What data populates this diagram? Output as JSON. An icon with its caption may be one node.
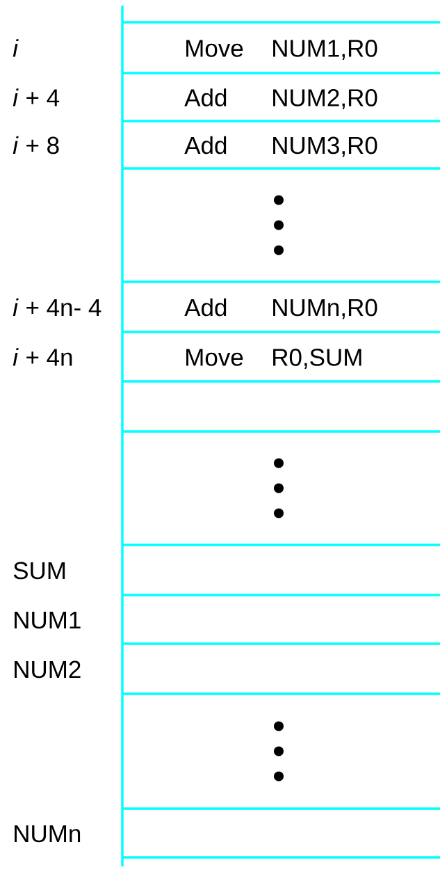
{
  "diagram": {
    "nodes": [
      {
        "text": [
          "Move",
          "NUM1,R0"
        ]
      },
      {
        "text": [
          "Add",
          "NUM2,R0"
        ]
      },
      {
        "text": [
          "Add",
          "NUM3,R0"
        ]
      },
      {
        "text": [],
        "shape": "box"
      },
      {
        "text": [
          "Add",
          "NUMn,R0"
        ]
      },
      {
        "text": [
          "Move",
          "R0,SUM"
        ]
      },
      {
        "text": [],
        "shape": "box"
      },
      {
        "text": [],
        "shape": "box"
      },
      {
        "text": [],
        "shape": "box"
      },
      {
        "text": [],
        "shape": "box"
      },
      {
        "text": [],
        "shape": "box"
      },
      {
        "text": [],
        "shape": "box"
      },
      {
        "text": [],
        "shape": "box"
      }
    ],
    "labels": [
      "*i*",
      "*i* + 4",
      "*i* + 8",
      "*i* + 4n- 4",
      "*i* + 4n",
      "SUM",
      "NUM1",
      "NUM2",
      "NUMn"
    ]
  }
}
